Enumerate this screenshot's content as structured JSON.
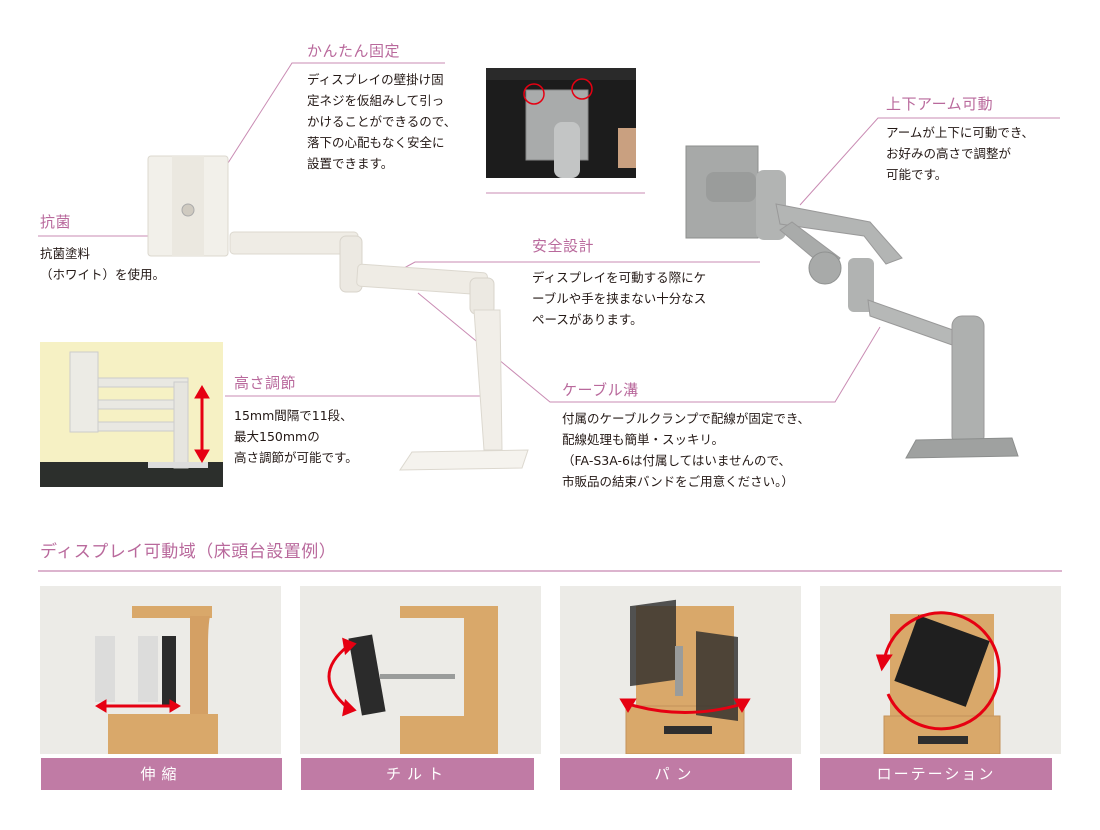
{
  "features": {
    "easy_fix": {
      "title": "かんたん固定",
      "lines": [
        "ディスプレイの壁掛け固",
        "定ネジを仮組みして引っ",
        "かけることができるので、",
        "落下の心配もなく安全に",
        "設置できます。"
      ]
    },
    "arm_updown": {
      "title": "上下アーム可動",
      "lines": [
        "アームが上下に可動でき、",
        "お好みの高さで調整が",
        "可能です。"
      ]
    },
    "antibacterial": {
      "title": "抗菌",
      "lines": [
        "抗菌塗料",
        "（ホワイト）を使用。"
      ]
    },
    "safety": {
      "title": "安全設計",
      "lines": [
        "ディスプレイを可動する際にケ",
        "ーブルや手を挟まない十分なス",
        "ペースがあります。"
      ]
    },
    "height": {
      "title": "高さ調節",
      "lines": [
        "15mm間隔で11段、",
        "最大150mmの",
        "高さ調節が可能です。"
      ]
    },
    "cable": {
      "title": "ケーブル溝",
      "lines": [
        "付属のケーブルクランプで配線が固定でき、",
        "配線処理も簡単・スッキリ。",
        "（FA-S3A-6は付属してはいませんので、",
        "市販品の結束バンドをご用意ください。）"
      ]
    }
  },
  "section": {
    "title": "ディスプレイ可動域（床頭台設置例）"
  },
  "motions": [
    {
      "label": "伸縮",
      "icon": "double-arrow-horizontal-icon"
    },
    {
      "label": "チルト",
      "icon": "curved-double-arrow-icon"
    },
    {
      "label": "パン",
      "icon": "arc-double-arrow-icon"
    },
    {
      "label": "ローテーション",
      "icon": "rotate-circle-icon"
    }
  ],
  "colors": {
    "accent": "#b9699c",
    "caption_bg": "#c07ba5",
    "arrow_red": "#e60012",
    "wood": "#d9a86a"
  }
}
